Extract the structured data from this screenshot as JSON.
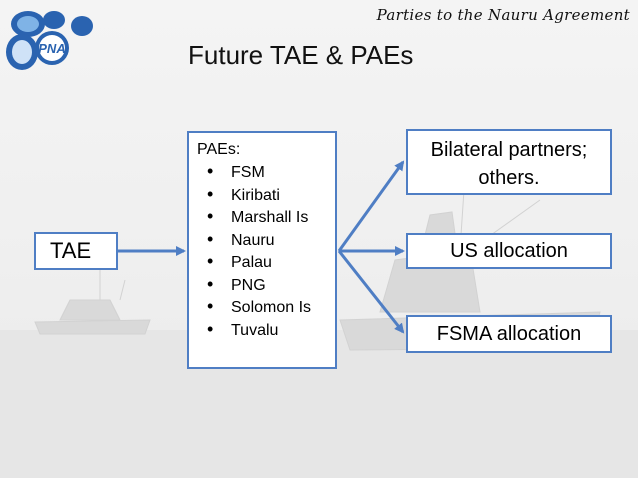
{
  "header": {
    "org_name": "Parties to the Nauru Agreement"
  },
  "logo": {
    "text": "PNA"
  },
  "title": "Future TAE & PAEs",
  "source_box": {
    "label": "TAE"
  },
  "paes_box": {
    "title": "PAEs:",
    "members": [
      "FSM",
      "Kiribati",
      "Marshall Is",
      "Nauru",
      "Palau",
      "PNG",
      "Solomon Is",
      "Tuvalu"
    ]
  },
  "targets": [
    {
      "line1": "Bilateral partners;",
      "line2": "others."
    },
    {
      "line1": "US allocation"
    },
    {
      "line1": "FSMA allocation"
    }
  ],
  "colors": {
    "arrow": "#4f7ec4",
    "box_border": "#4f7ec4",
    "logo_blue": "#2a63b0"
  }
}
